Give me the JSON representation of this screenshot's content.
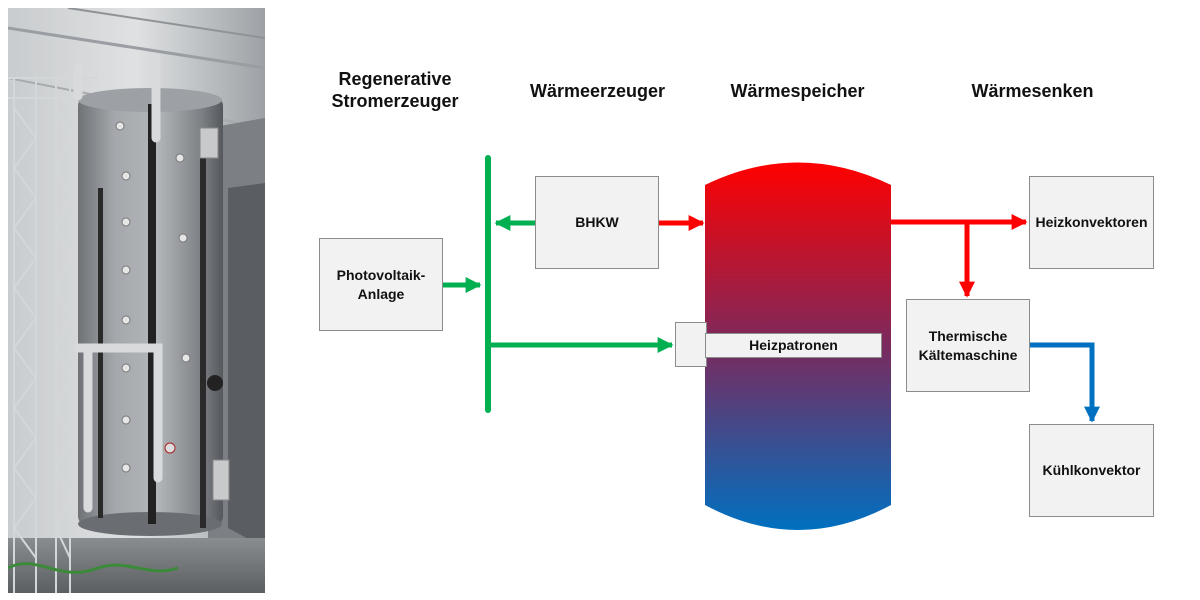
{
  "headings": {
    "regenerative": "Regenerative Stromerzeuger",
    "waermeerzeuger": "Wärmeerzeuger",
    "waermespeicher": "Wärmespeicher",
    "waermesenken": "Wärmesenken"
  },
  "boxes": {
    "photovoltaik": "Photovoltaik-Anlage",
    "bhkw": "BHKW",
    "heizpatronen": "Heizpatronen",
    "heizkonvektoren": "Heizkonvektoren",
    "kaeltemaschine": "Thermische Kältemaschine",
    "kuehlkonvektor": "Kühlkonvektor"
  },
  "colors": {
    "electric_line": "#00b050",
    "heat_line": "#ff0000",
    "cold_line": "#0070c0",
    "tank_top": "#ff0000",
    "tank_bottom": "#0070c0",
    "box_fill": "#f2f2f2",
    "box_border": "#8c8c8c"
  }
}
